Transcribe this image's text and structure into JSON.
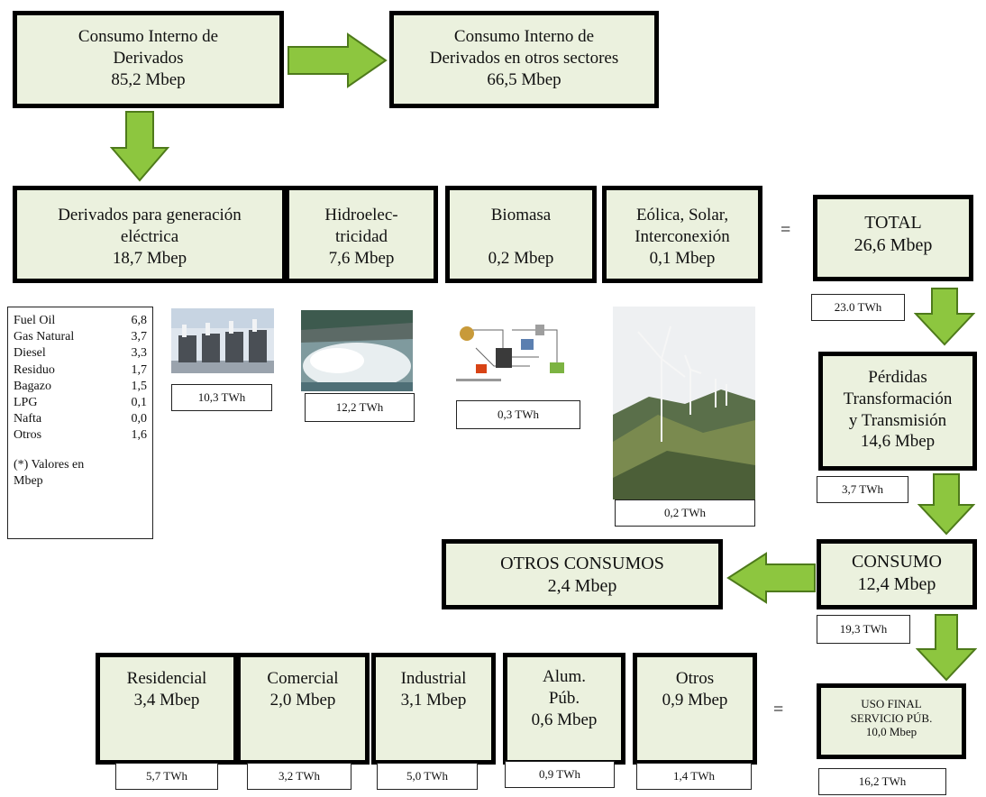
{
  "top": {
    "internal": {
      "line1": "Consumo Interno de",
      "line2": "Derivados",
      "line3": "85,2 Mbep"
    },
    "other_sectors": {
      "line1": "Consumo Interno de",
      "line2": "Derivados en otros sectores",
      "line3": "66,5 Mbep"
    }
  },
  "generation": {
    "derivados": {
      "line1": "Derivados para generación",
      "line2": "eléctrica",
      "line3": "18,7 Mbep"
    },
    "hidro": {
      "line1": "Hidroelec-",
      "line2": "tricidad",
      "line3": "7,6 Mbep"
    },
    "biomasa": {
      "line1": "Biomasa",
      "line3": "0,2 Mbep"
    },
    "eolica": {
      "line1": "Eólica, Solar,",
      "line2": "Interconexión",
      "line3": "0,1 Mbep"
    },
    "equals": "=",
    "total": {
      "line1": "TOTAL",
      "line2": "26,6 Mbep"
    }
  },
  "fuel_legend": {
    "items": [
      {
        "name": "Fuel Oil",
        "value": "6,8"
      },
      {
        "name": "Gas Natural",
        "value": "3,7"
      },
      {
        "name": "Diesel",
        "value": "3,3"
      },
      {
        "name": "Residuo",
        "value": "1,7"
      },
      {
        "name": "Bagazo",
        "value": "1,5"
      },
      {
        "name": "LPG",
        "value": "0,1"
      },
      {
        "name": "Nafta",
        "value": "0,0"
      },
      {
        "name": "Otros",
        "value": "1,6"
      }
    ],
    "note_part1": "(*)  Valores  en",
    "note_part2": "Mbep"
  },
  "twh": {
    "termica": "10,3 TWh",
    "hidro": "12,2 TWh",
    "biomasa": "0,3 TWh",
    "eolica": "0,2 TWh",
    "total": "23.0 TWh",
    "perdidas": "3,7 TWh",
    "consumo": "19,3 TWh",
    "residencial": "5,7 TWh",
    "comercial": "3,2 TWh",
    "industrial": "5,0 TWh",
    "alumbrado": "0,9 TWh",
    "otros": "1,4 TWh",
    "uso_final": "16,2 TWh"
  },
  "losses": {
    "line1": "Pérdidas",
    "line2": "Transformación",
    "line3": "y Transmisión",
    "line4": "14,6 Mbep"
  },
  "consumo": {
    "line1": "CONSUMO",
    "line2": "12,4 Mbep"
  },
  "otros_consumos": {
    "line1": "OTROS CONSUMOS",
    "line2": "2,4 Mbep"
  },
  "sectors": {
    "residencial": {
      "line1": "Residencial",
      "line2": "3,4 Mbep"
    },
    "comercial": {
      "line1": "Comercial",
      "line2": "2,0 Mbep"
    },
    "industrial": {
      "line1": "Industrial",
      "line2": "3,1 Mbep"
    },
    "alumbrado": {
      "line1": "Alum.",
      "line2": "Púb.",
      "line3": "0,6 Mbep"
    },
    "otros": {
      "line1": "Otros",
      "line2": "0,9 Mbep"
    },
    "equals": "=",
    "uso_final": {
      "line1": "USO FINAL",
      "line2": "SERVICIO PÚB.",
      "line3": "10,0 Mbep"
    }
  },
  "colors": {
    "box_fill": "#ebf1de",
    "arrow_fill": "#8dc63f",
    "arrow_stroke": "#4e7a1b",
    "border": "#000000"
  }
}
